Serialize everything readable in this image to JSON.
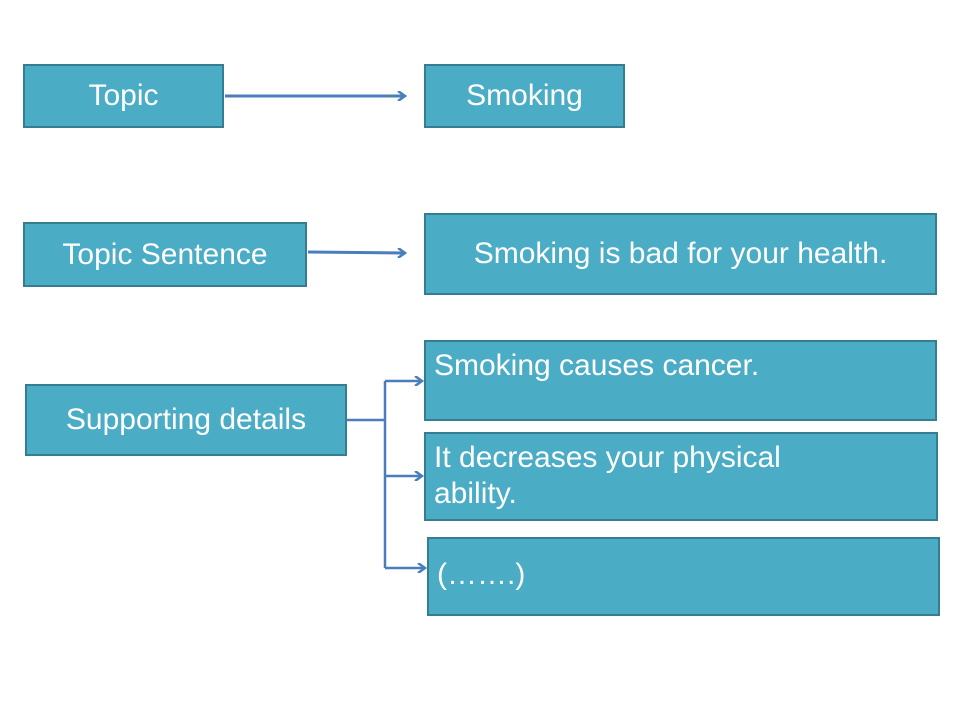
{
  "diagram": {
    "topic": {
      "label": "Topic",
      "value": "Smoking"
    },
    "topic_sentence": {
      "label": "Topic Sentence",
      "value": "Smoking is bad for your health."
    },
    "supporting_details": {
      "label": "Supporting details",
      "items": [
        "Smoking causes cancer.",
        "It decreases your physical ability.",
        "(…….)"
      ]
    }
  },
  "colors": {
    "box_fill": "#4bacc6",
    "box_border": "#357d91",
    "arrow": "#4a7ebb",
    "text": "#ffffff"
  }
}
